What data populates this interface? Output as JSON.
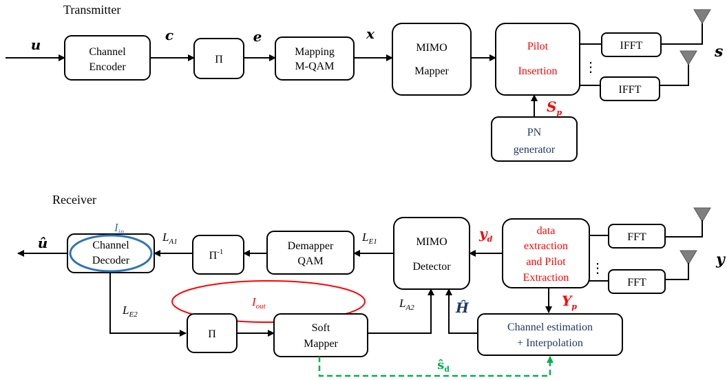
{
  "sections": {
    "transmitter": "Transmitter",
    "receiver": "Receiver"
  },
  "transmitter": {
    "channel_encoder": [
      "Channel",
      "Encoder"
    ],
    "interleaver": "Π",
    "mapping": [
      "Mapping",
      "M-QAM"
    ],
    "mimo_mapper": [
      "MIMO",
      "Mapper"
    ],
    "pilot_insertion": [
      "Pilot",
      "Insertion"
    ],
    "ifft": "IFFT",
    "pn_generator": [
      "PN",
      "generator"
    ],
    "signals": {
      "u": "u",
      "c": "c",
      "e": "e",
      "x": "x",
      "s": "s",
      "sp": "S",
      "sp_sub": "p",
      "dots": "⋮"
    }
  },
  "receiver": {
    "fft": "FFT",
    "extraction": [
      "data",
      "extraction",
      "and Pilot",
      "Extraction"
    ],
    "mimo_detector": [
      "MIMO",
      "Detector"
    ],
    "demapper": [
      "Demapper",
      "QAM"
    ],
    "deinterleaver": "Π",
    "deinterleaver_sup": "-1",
    "channel_decoder": [
      "Channel",
      "Decoder"
    ],
    "interleaver": "Π",
    "soft_mapper": [
      "Soft",
      "Mapper"
    ],
    "channel_estimation": [
      "Channel estimation",
      "+ Interpolation"
    ],
    "signals": {
      "y": "y",
      "yd": "y",
      "yd_sub": "d",
      "yp": "Y",
      "yp_sub": "p",
      "h_hat": "Ĥ",
      "u_hat": "û",
      "la1": "L",
      "la1_sub": "A1",
      "le1": "L",
      "le1_sub": "E1",
      "la2": "L",
      "la2_sub": "A2",
      "le2": "L",
      "le2_sub": "E2",
      "iin": "I",
      "iin_sub": "in",
      "iout": "I",
      "iout_sub": "out",
      "sd_hat": "ŝ",
      "sd_hat_sub": "d",
      "dots": "⋮"
    }
  },
  "colors": {
    "pilot_text": "#ff0000",
    "pn_text": "#1f3864",
    "feedback_dash": "#00b050",
    "decoder_ellipse": "#2e75b6",
    "iout_ellipse": "#ff0000",
    "h_hat_text": "#1f3864"
  }
}
